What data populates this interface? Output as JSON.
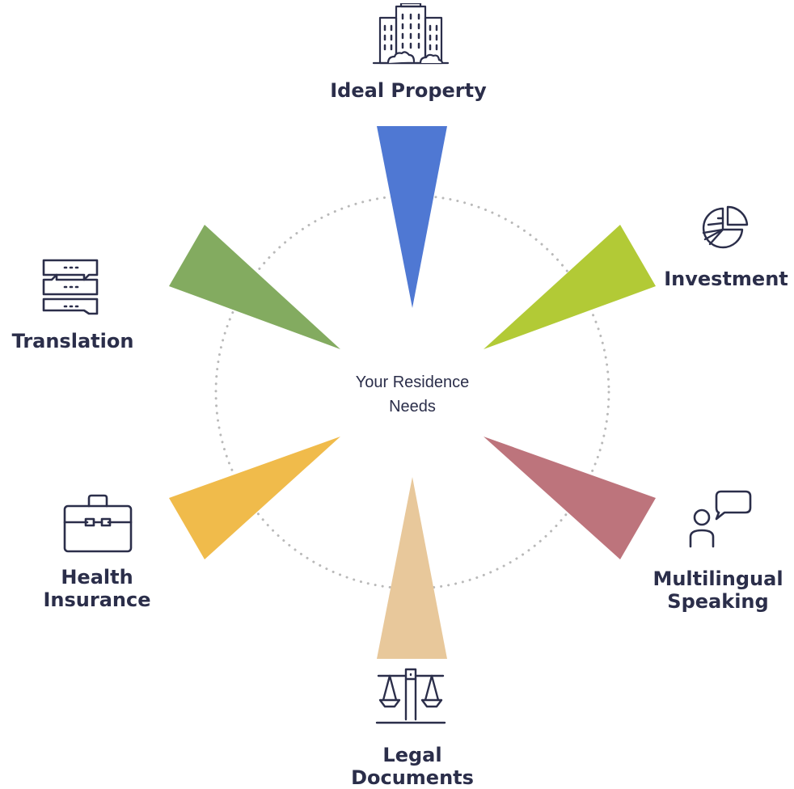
{
  "center": {
    "line1": "Your Residence",
    "line2": "Needs"
  },
  "items": [
    {
      "id": "ideal-property",
      "label": "Ideal Property",
      "icon": "building-icon",
      "color": "#4f78d3"
    },
    {
      "id": "investment",
      "label": "Investment",
      "icon": "pie-chart-icon",
      "color": "#b2ca36"
    },
    {
      "id": "multilingual-speaking",
      "label_line1": "Multilingual",
      "label_line2": "Speaking",
      "icon": "speaker-chat-icon",
      "color": "#bd747c"
    },
    {
      "id": "legal-documents",
      "label_line1": "Legal",
      "label_line2": "Documents",
      "icon": "scales-icon",
      "color": "#e8c89b"
    },
    {
      "id": "health-insurance",
      "label_line1": "Health",
      "label_line2": "Insurance",
      "icon": "briefcase-icon",
      "color": "#f0bb4b"
    },
    {
      "id": "translation",
      "label": "Translation",
      "icon": "chat-bubbles-icon",
      "color": "#83ab60"
    }
  ],
  "colors": {
    "text": "#2b2e4a",
    "icon_stroke": "#2b2e4a",
    "ring": "#b9b9b9"
  }
}
